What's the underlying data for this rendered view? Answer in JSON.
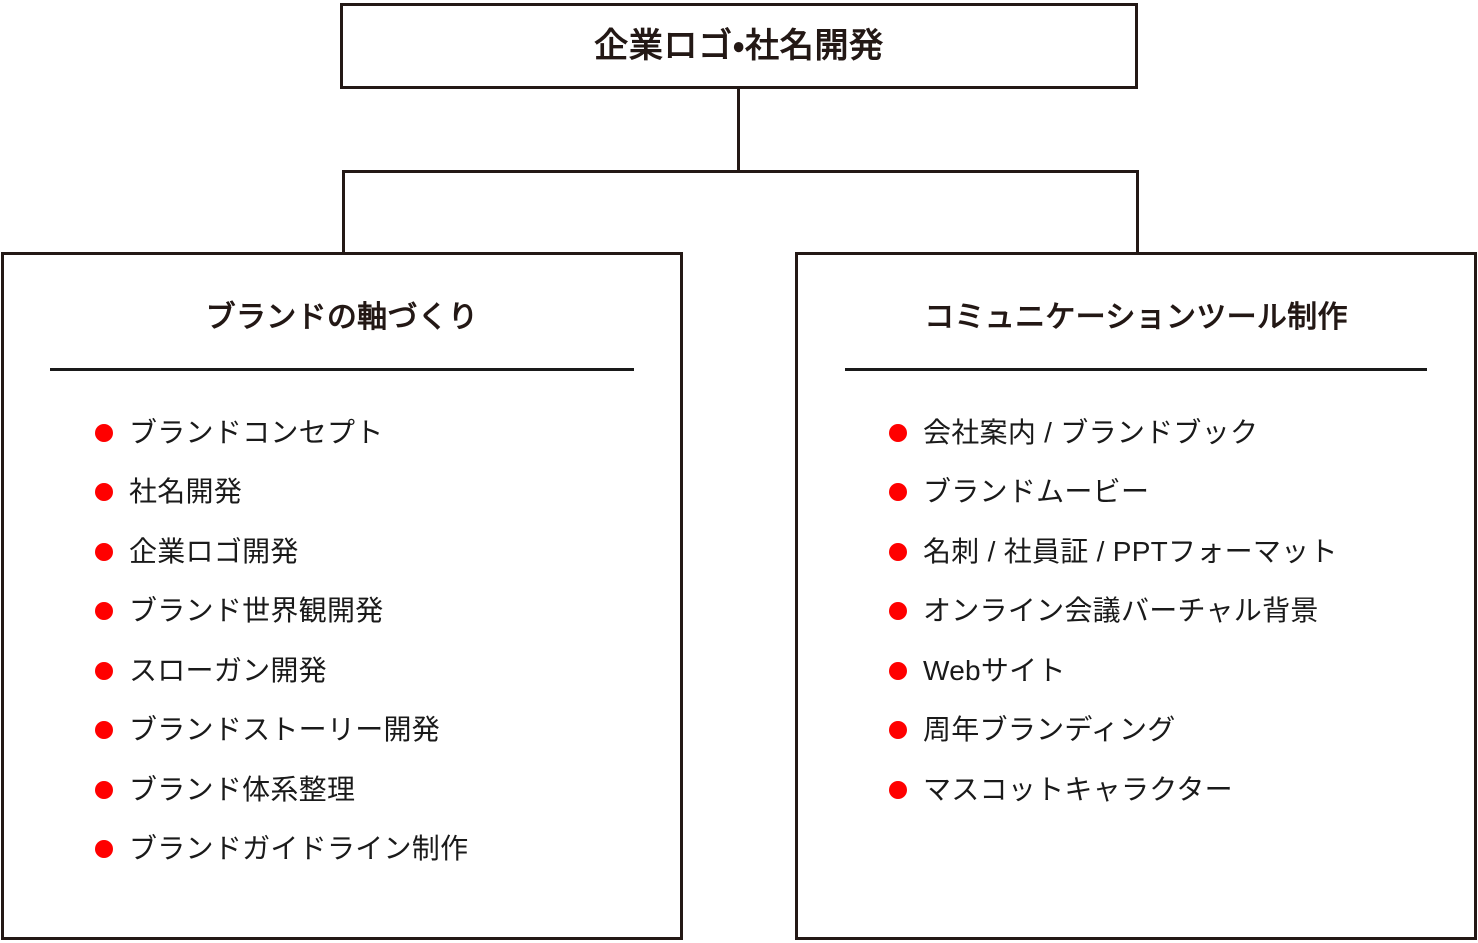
{
  "diagram": {
    "type": "organization-tree",
    "root": {
      "title": "企業ロゴ・社名開発"
    },
    "branches": [
      {
        "title": "ブランドの軸づくり",
        "items": [
          "ブランドコンセプト",
          "社名開発",
          "企業ロゴ開発",
          "ブランド世界観開発",
          "スローガン開発",
          "ブランドストーリー開発",
          "ブランド体系整理",
          "ブランドガイドライン制作"
        ]
      },
      {
        "title": "コミュニケーションツール制作",
        "items": [
          "会社案内 / ブランドブック",
          "ブランドムービー",
          "名刺 / 社員証 / PPTフォーマット",
          "オンライン会議バーチャル背景",
          "Webサイト",
          "周年ブランディング",
          "マスコットキャラクター"
        ]
      }
    ],
    "colors": {
      "bullet": "#ff0000",
      "text": "#231815",
      "line": "#231815",
      "background": "#ffffff"
    }
  }
}
